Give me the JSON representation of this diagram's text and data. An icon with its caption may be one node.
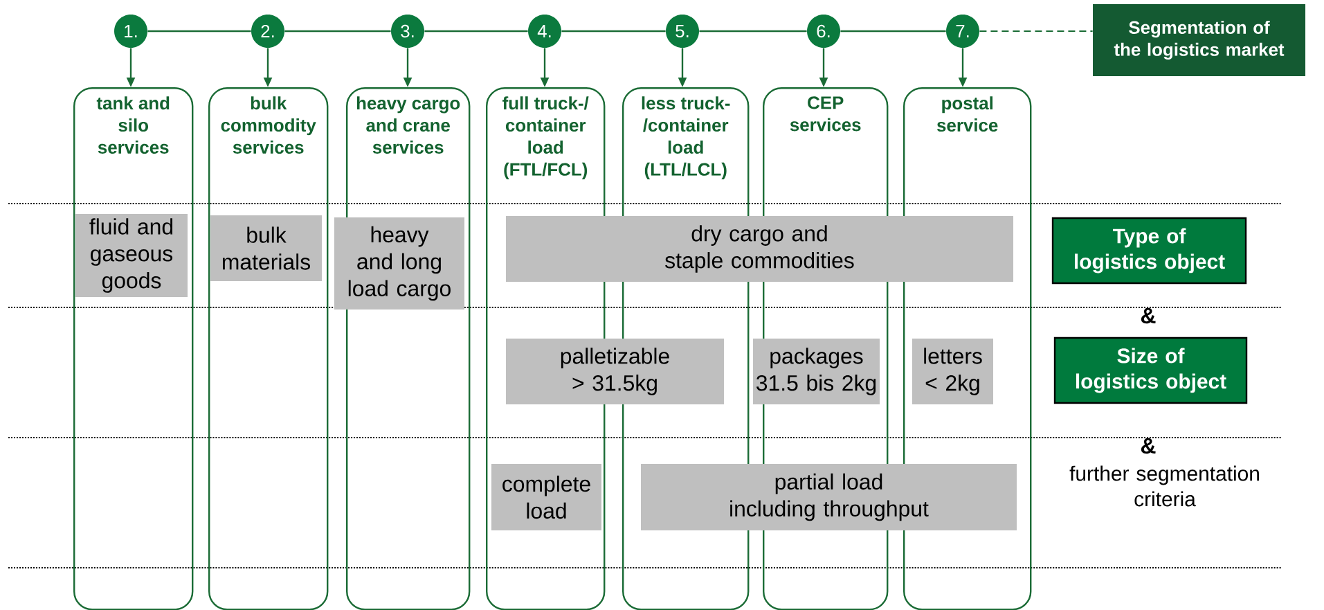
{
  "diagram": {
    "nodes": [
      {
        "text": [
          "1."
        ]
      },
      {
        "text": [
          "2."
        ]
      },
      {
        "text": [
          "3."
        ]
      },
      {
        "text": [
          "4."
        ]
      },
      {
        "text": [
          "5."
        ]
      },
      {
        "text": [
          "6."
        ]
      },
      {
        "text": [
          "7."
        ]
      },
      {
        "text": [
          "Segmentation of the logistics market"
        ]
      },
      {
        "text": [
          "tank and silo services"
        ]
      },
      {
        "text": [
          "bulk commodity services"
        ]
      },
      {
        "text": [
          "heavy cargo and crane services"
        ]
      },
      {
        "text": [
          "full truck-/ container load (FTL/FCL)"
        ]
      },
      {
        "text": [
          "less truck- /container load (LTL/LCL)"
        ]
      },
      {
        "text": [
          "CEP services"
        ]
      },
      {
        "text": [
          "postal service"
        ]
      },
      {
        "text": [
          "fluid and gaseous goods"
        ],
        "in": 8
      },
      {
        "text": [
          "bulk materials"
        ],
        "in": 9
      },
      {
        "text": [
          "heavy and long load cargo"
        ]
      },
      {
        "text": [
          "dry cargo and staple commodities"
        ]
      },
      {
        "text": [
          "palletizable > 31.5kg"
        ]
      },
      {
        "text": [
          "packages 31.5 bis 2kg"
        ]
      },
      {
        "text": [
          "letters < 2kg"
        ],
        "in": 14
      },
      {
        "text": [
          "complete load"
        ],
        "in": 11
      },
      {
        "text": [
          "partial load including throughput"
        ]
      },
      {
        "text": [
          "Type of logistics object"
        ]
      },
      {
        "text": [
          "Size of logistics object"
        ]
      }
    ],
    "edges": [
      {
        "from": 0,
        "to": 1,
        "arrow": "none"
      },
      {
        "from": 1,
        "to": 2,
        "arrow": "none"
      },
      {
        "from": 2,
        "to": 3,
        "arrow": "none"
      },
      {
        "from": 3,
        "to": 4,
        "arrow": "none"
      },
      {
        "from": 4,
        "to": 5,
        "arrow": "none"
      },
      {
        "from": 5,
        "to": 6,
        "arrow": "none"
      },
      {
        "from": 6,
        "to": 7,
        "arrow": "none",
        "style": "dashed"
      },
      {
        "from": 0,
        "to": 8,
        "arrow": "to"
      },
      {
        "from": 1,
        "to": 9,
        "arrow": "to"
      },
      {
        "from": 2,
        "to": 10,
        "arrow": "to"
      },
      {
        "from": 3,
        "to": 11,
        "arrow": "to"
      },
      {
        "from": 4,
        "to": 12,
        "arrow": "to"
      },
      {
        "from": 5,
        "to": 13,
        "arrow": "to"
      },
      {
        "from": 6,
        "to": 14,
        "arrow": "to"
      }
    ],
    "labels": [
      "&",
      "&",
      "further segmentation criteria"
    ]
  }
}
